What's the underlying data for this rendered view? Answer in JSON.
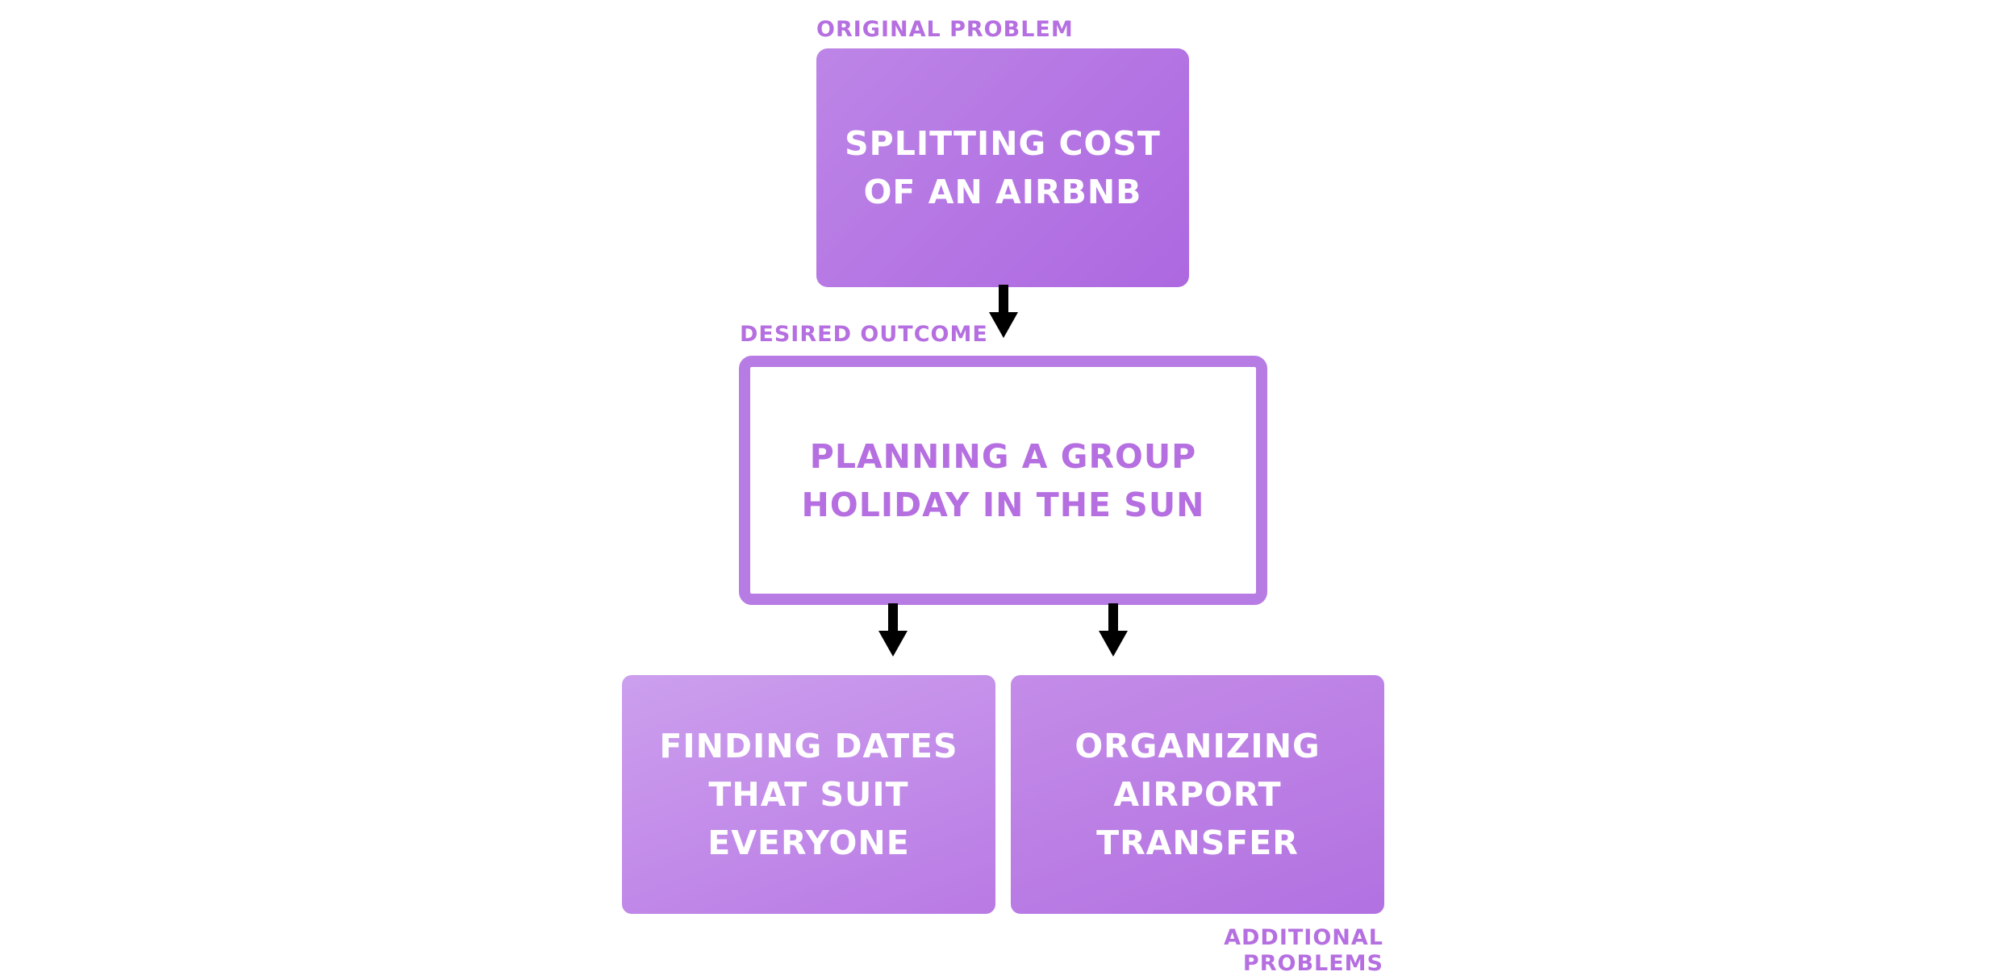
{
  "labels": {
    "original": "ORIGINAL PROBLEM",
    "desired": "DESIRED OUTCOME",
    "additional": "ADDITIONAL PROBLEMS"
  },
  "boxes": {
    "original": "SPLITTING COST\nOF AN AIRBNB",
    "desired": "PLANNING A GROUP\nHOLIDAY IN THE SUN",
    "problem_1": "FINDING DATES\nTHAT SUIT\nEVERYONE",
    "problem_2": "ORGANIZING\nAIRPORT\nTRANSFER"
  },
  "colors": {
    "accent": "#b56fe0",
    "box_fill": "#b577e3",
    "arrow": "#000000"
  }
}
